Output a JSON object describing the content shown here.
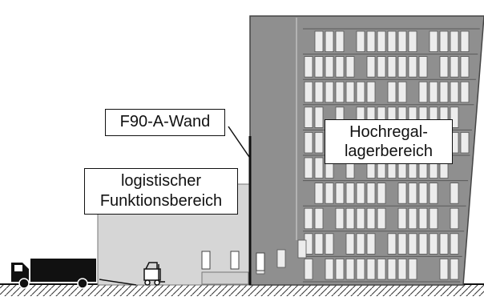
{
  "diagram": {
    "labels": {
      "fire_wall": "F90-A-Wand",
      "high_bay_area": [
        "Hochregal-",
        "lagerbereich"
      ],
      "logistics_area": [
        "logistischer",
        "Funktionsbereich"
      ]
    },
    "colors": {
      "high_bay_building": "#8f8f8f",
      "logistics_building": "#d6d6d6",
      "pallet": "#ececec",
      "outline": "#111111",
      "ground_hatch": "#333333"
    },
    "icons": [
      "truck-icon",
      "forklift-icon"
    ]
  }
}
